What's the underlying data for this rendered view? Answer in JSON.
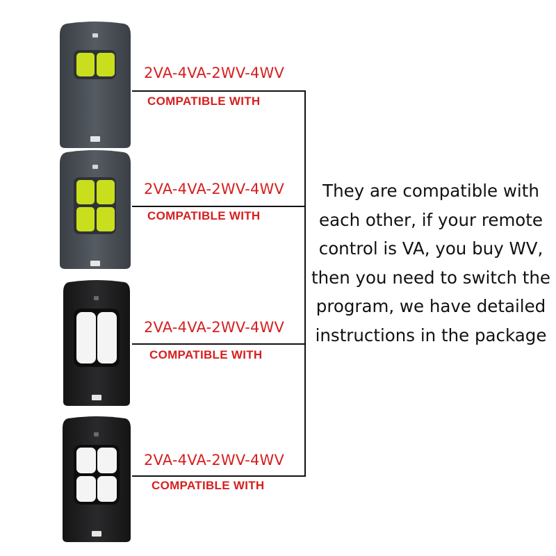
{
  "model_label": "2VA-4VA-2WV-4WV",
  "compatible_label": "COMPATIBLE WITH",
  "description": "They are compatible with each other, if your remote control is VA, you buy WV, then you need to switch the program, we have detailed instructions in the package",
  "rows": [
    {
      "model": "2VA-4VA-2WV-4WV",
      "compatible": "COMPATIBLE WITH",
      "remote": "grey 2-button yellow"
    },
    {
      "model": "2VA-4VA-2WV-4WV",
      "compatible": "COMPATIBLE WITH",
      "remote": "grey 4-button yellow"
    },
    {
      "model": "2VA-4VA-2WV-4WV",
      "compatible": "COMPATIBLE WITH",
      "remote": "black 2-button white"
    },
    {
      "model": "2VA-4VA-2WV-4WV",
      "compatible": "COMPATIBLE WITH",
      "remote": "black 4-button white"
    }
  ],
  "colors": {
    "label_red": "#d61f1f",
    "grey_body": "#4a4f55",
    "black_body": "#1b1b1c",
    "yellow_button": "#c9df1e",
    "white_button": "#f4f4f4"
  }
}
